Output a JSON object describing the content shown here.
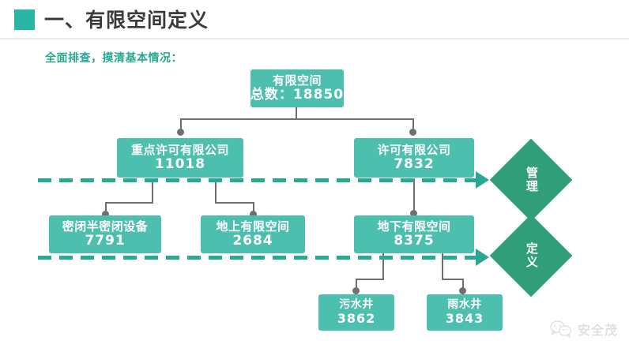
{
  "header": {
    "bullet_color": "#2ab5a5",
    "title": "一、有限空间定义",
    "subtitle": "全面排查，摸清基本情况："
  },
  "theme": {
    "node_fill": "#4dbfae",
    "diamond_fill": "#2f9e79",
    "dash_color": "#2aa893",
    "connector_color": "#6f6f6f",
    "node_text": "#ffffff"
  },
  "nodes": {
    "total": {
      "label": "有限空间",
      "value": "总数：18850"
    },
    "key_licensed": {
      "label": "重点许可有限公司",
      "value": "11018"
    },
    "licensed": {
      "label": "许可有限公司",
      "value": "7832"
    },
    "sealed_equipment": {
      "label": "密闭半密闭设备",
      "value": "7791"
    },
    "above_ground": {
      "label": "地上有限空间",
      "value": "2684"
    },
    "under_ground": {
      "label": "地下有限空间",
      "value": "8375"
    },
    "sewage_well": {
      "label": "污水井",
      "value": "3862"
    },
    "rain_well": {
      "label": "雨水井",
      "value": "3843"
    }
  },
  "diamonds": {
    "manage": {
      "label": "管理"
    },
    "define": {
      "label": "定义"
    }
  },
  "watermark": {
    "icon": "wechat-icon",
    "text": "安全茂"
  }
}
